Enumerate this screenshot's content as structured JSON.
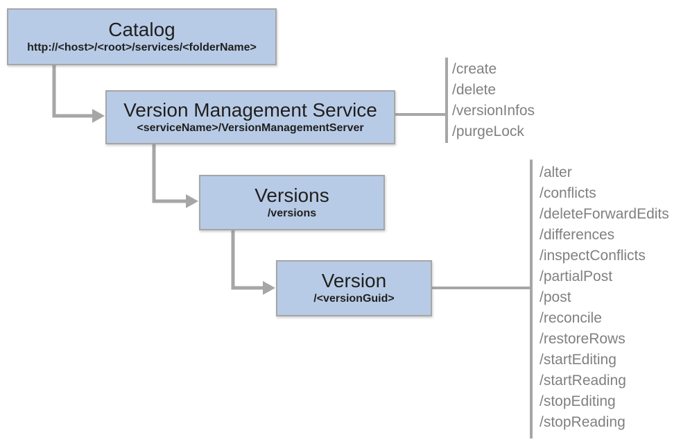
{
  "diagram": {
    "boxes": {
      "catalog": {
        "title": "Catalog",
        "subtitle": "http://<host>/<root>/services/<folderName>"
      },
      "vms": {
        "title": "Version Management Service",
        "subtitle": "<serviceName>/VersionManagementServer"
      },
      "versions": {
        "title": "Versions",
        "subtitle": "/versions"
      },
      "version": {
        "title": "Version",
        "subtitle": "/<versionGuid>"
      }
    },
    "vms_operations": [
      "/create",
      "/delete",
      "/versionInfos",
      "/purgeLock"
    ],
    "version_operations": [
      "/alter",
      "/conflicts",
      "/deleteForwardEdits",
      "/differences",
      "/inspectConflicts",
      "/partialPost",
      "/post",
      "/reconcile",
      "/restoreRows",
      "/startEditing",
      "/startReading",
      "/stopEditing",
      "/stopReading"
    ],
    "colors": {
      "box_fill": "#b8cbe6",
      "box_border": "#a6a6a6",
      "connector": "#a6a6a6",
      "operations_text": "#808080",
      "title_text": "#1f1f1f"
    }
  }
}
